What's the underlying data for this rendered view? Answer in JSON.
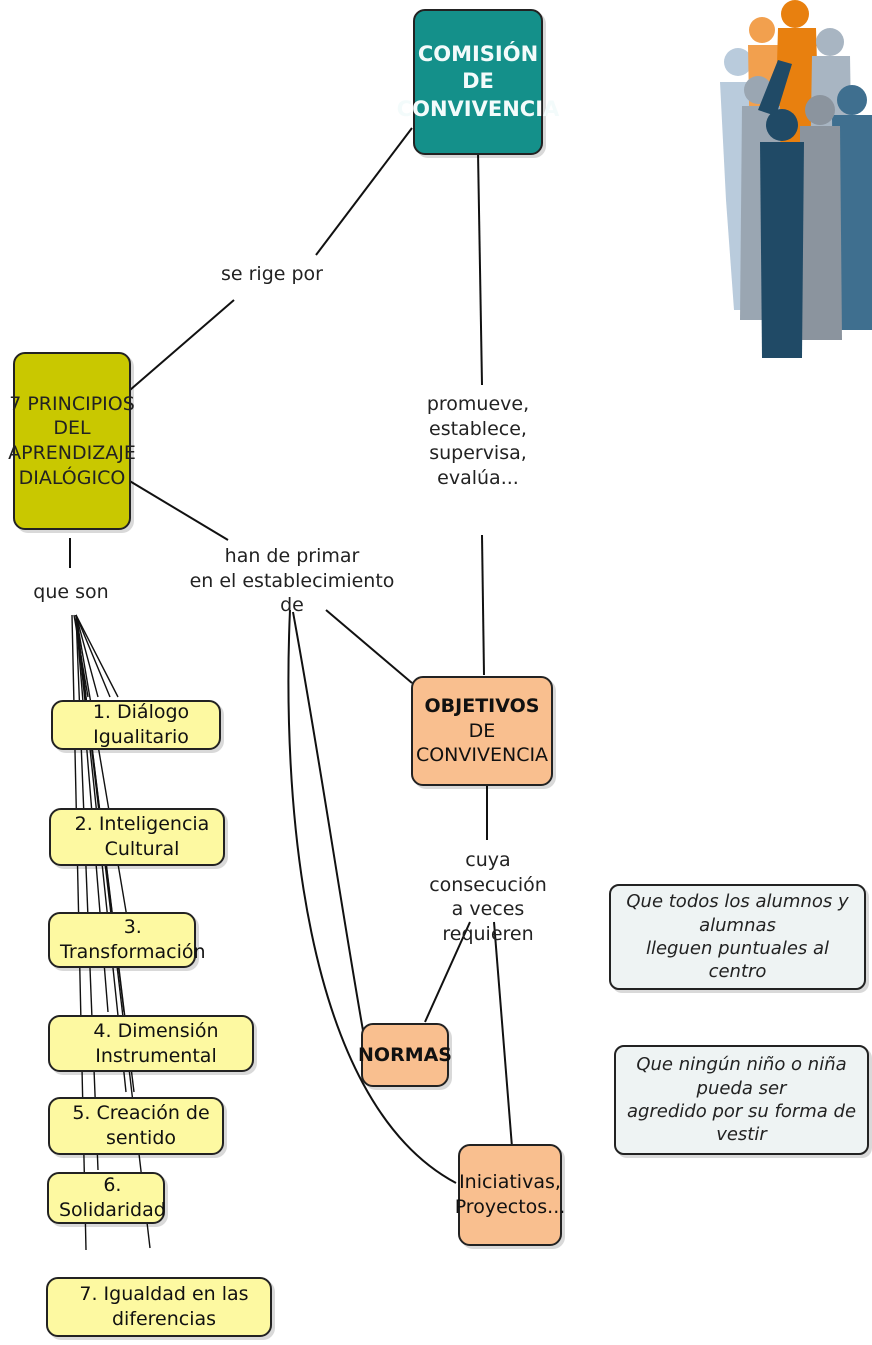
{
  "nodes": {
    "comision": "COMISIÓN\nDE\nCONVIVENCIA",
    "principios": "7 PRINCIPIOS\nDEL\nAPRENDIZAJE\nDIALÓGICO",
    "objetivos_title": "OBJETIVOS",
    "objetivos_sub": "DE CONVIVENCIA",
    "normas": "NORMAS",
    "iniciativas": "Iniciativas,\nProyectos..."
  },
  "principles": [
    "1. Diálogo Igualitario",
    "2. Inteligencia Cultural",
    "3. Transformación",
    "4. Dimensión Instrumental",
    "5. Creación de sentido",
    "6. Solidaridad",
    "7. Igualdad en las diferencias"
  ],
  "links": {
    "rige": "se rige por",
    "promueve": "promueve,\nestablece,\nsupervisa,\nevalúa...",
    "primar": "han de primar\nen el establecimiento de",
    "que_son": "que son",
    "cuya": "cuya consecución\na veces requieren"
  },
  "examples": [
    "Que todos los alumnos y alumnas\nlleguen puntuales al centro",
    "Que ningún niño o niña pueda ser\nagredido por su forma de vestir"
  ],
  "colors": {
    "teal": "#14908a",
    "olive": "#c9c800",
    "peach": "#f9bf8f",
    "yellow": "#fdf9a1",
    "note": "#eef3f3"
  },
  "illustration": "group-of-people-icon"
}
